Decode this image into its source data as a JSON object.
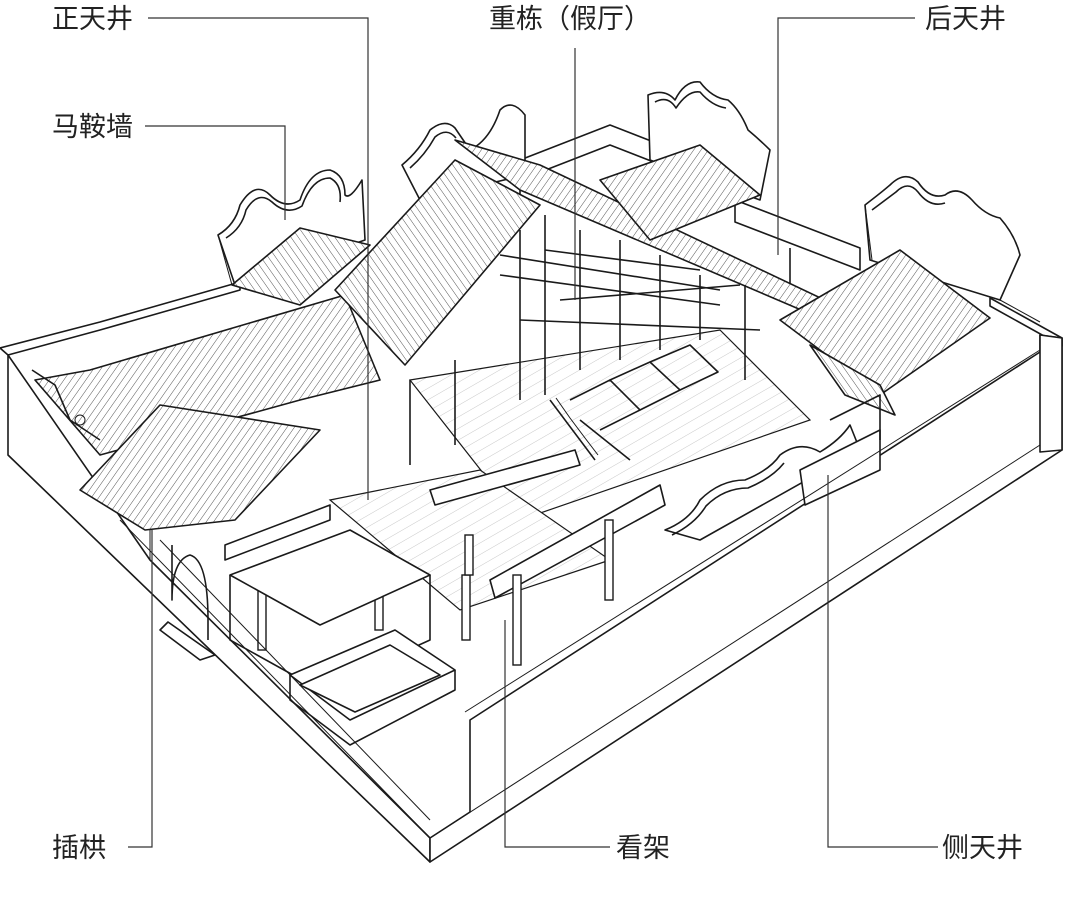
{
  "labels": {
    "zheng_tianjing": "正天井",
    "chong_dong": "重栋（假厅）",
    "hou_tianjing": "后天井",
    "ma_an_qiang": "马鞍墙",
    "cha_gong": "插栱",
    "kan_jia": "看架",
    "ce_tianjing": "侧天井"
  },
  "colors": {
    "line": "#1a1a1a",
    "text": "#222222",
    "background": "#ffffff"
  }
}
